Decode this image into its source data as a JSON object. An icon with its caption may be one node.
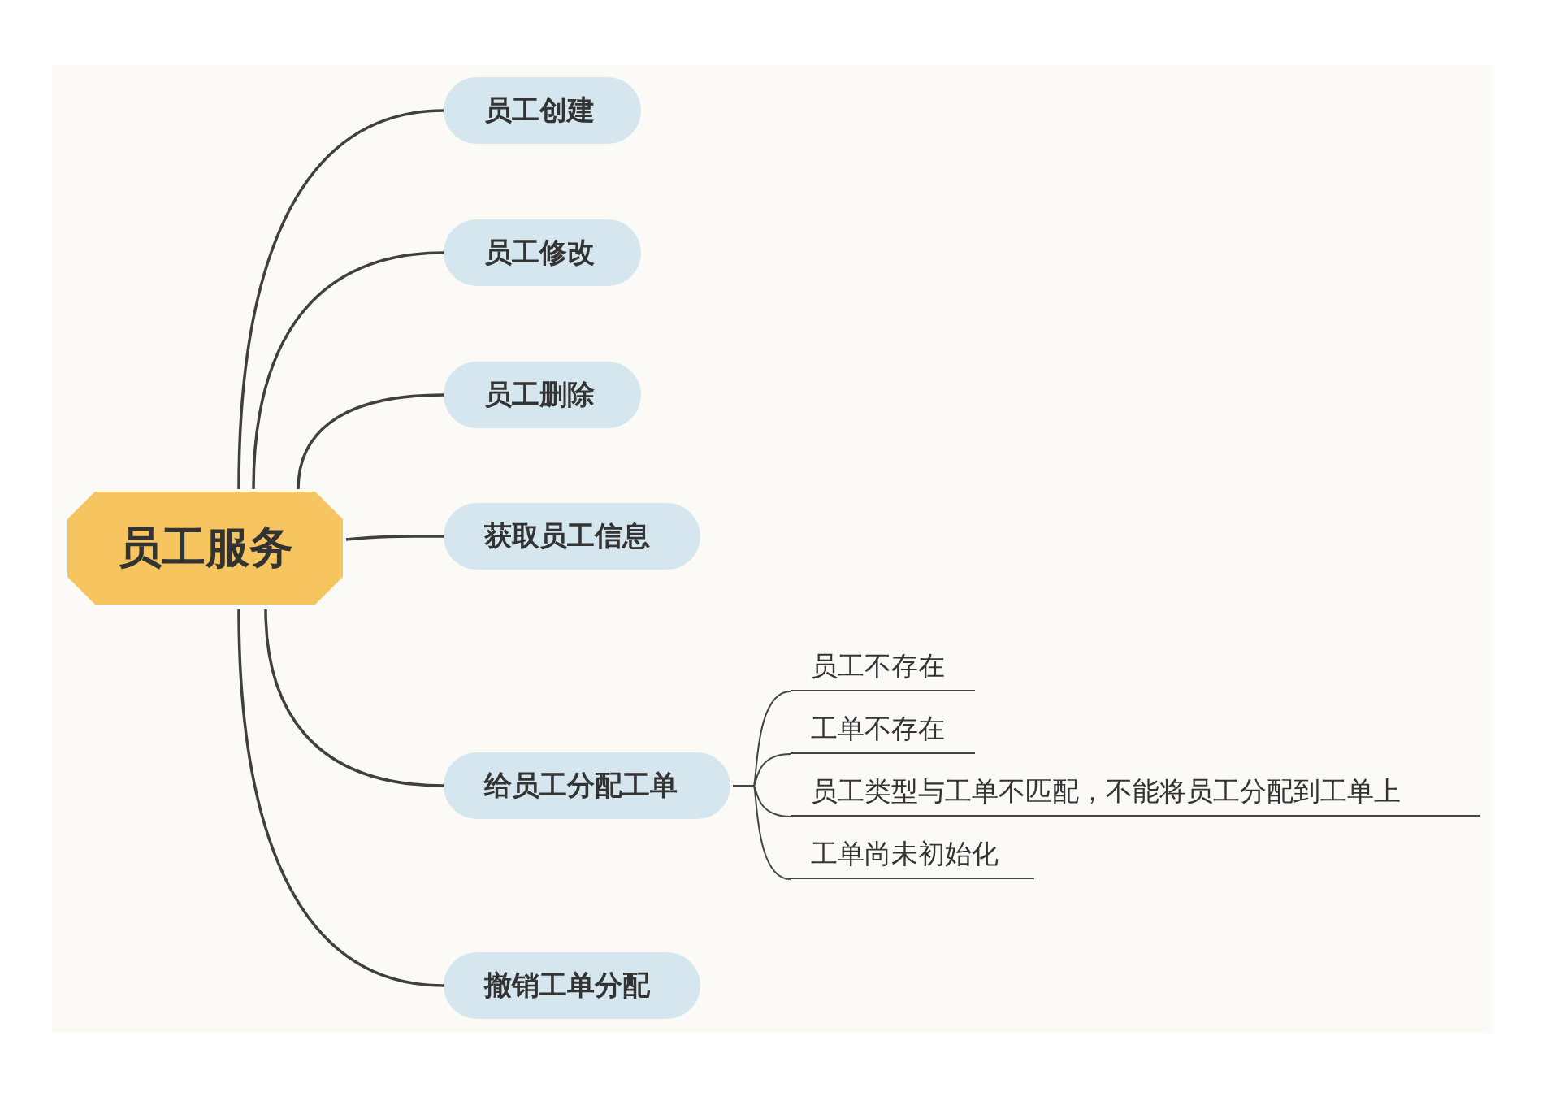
{
  "diagram": {
    "nodes": [
      {
        "text": [
          "员工服务"
        ]
      },
      {
        "text": [
          "员工创建"
        ]
      },
      {
        "text": [
          "员工修改"
        ]
      },
      {
        "text": [
          "员工删除"
        ]
      },
      {
        "text": [
          "获取员工信息"
        ]
      },
      {
        "text": [
          "给员工分配工单"
        ]
      },
      {
        "text": [
          "撤销工单分配"
        ]
      },
      {
        "text": [
          "员工不存在"
        ]
      },
      {
        "text": [
          "工单不存在"
        ]
      },
      {
        "text": [
          "员工类型与工单不匹配，不能将员工分配到工单上"
        ]
      },
      {
        "text": [
          "工单尚未初始化"
        ]
      }
    ],
    "edges": [
      {
        "from": 0,
        "to": 1,
        "arrow": "none"
      },
      {
        "from": 0,
        "to": 2,
        "arrow": "none"
      },
      {
        "from": 0,
        "to": 3,
        "arrow": "none"
      },
      {
        "from": 0,
        "to": 4,
        "arrow": "none"
      },
      {
        "from": 0,
        "to": 5,
        "arrow": "none"
      },
      {
        "from": 0,
        "to": 6,
        "arrow": "none"
      },
      {
        "from": 5,
        "to": 7,
        "arrow": "none"
      },
      {
        "from": 5,
        "to": 8,
        "arrow": "none"
      },
      {
        "from": 5,
        "to": 9,
        "arrow": "none"
      },
      {
        "from": 5,
        "to": 10,
        "arrow": "none"
      }
    ]
  }
}
